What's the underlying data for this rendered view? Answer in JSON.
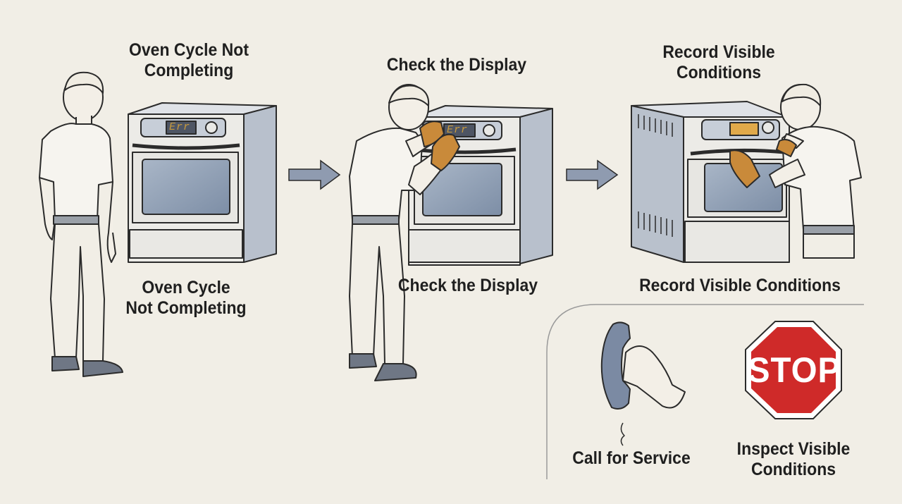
{
  "steps": [
    {
      "title_top_line1": "Oven Cycle Not",
      "title_top_line2": "Completing",
      "title_bottom_line1": "Oven Cycle",
      "title_bottom_line2": "Not Completing"
    },
    {
      "title_top": "Check the Display",
      "title_bottom": "Check the Display"
    },
    {
      "title_top_line1": "Record Visible",
      "title_top_line2": "Conditions",
      "title_bottom": "Record Visible Conditions"
    }
  ],
  "display_code": "Err",
  "actions": {
    "call": "Call for Service",
    "stop_sign": "STOP",
    "inspect_line1": "Inspect Visible",
    "inspect_line2": "Conditions"
  },
  "colors": {
    "background": "#f1eee6",
    "oven_body": "#e9e8e4",
    "oven_side": "#b7bfcc",
    "window": "#8e9db2",
    "arrow": "#8f9bb0",
    "stop_red": "#cf2a29",
    "glove": "#c98a3a",
    "display_amber": "#e0a94a"
  },
  "icons": [
    "arrow-right-icon",
    "arrow-right-icon",
    "telephone-handset-icon",
    "stop-sign-icon"
  ]
}
